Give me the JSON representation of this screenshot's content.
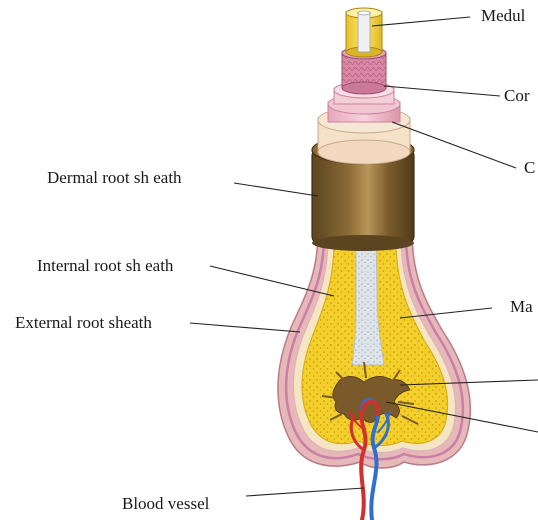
{
  "labels": {
    "medulla": "Medul",
    "cortex": "Cor",
    "cuticle": "C",
    "dermal_root_sheath": "Dermal root sh eath",
    "internal_root_sheath": "Internal root sh eath",
    "external_root_sheath": "External root sheath",
    "matrix": "Ma",
    "blood_vessel": "Blood vessel"
  },
  "colors": {
    "outer_bulb": "#e7b8b8",
    "outer_stripe": "#c97fa6",
    "sheath_cream": "#f4e6c2",
    "matrix_yellow": "#f2cf2a",
    "medulla_core": "#dde3ea",
    "dermal_sheath": "#6e5327",
    "cortex_pink": "#d98fa8",
    "medulla_cap": "#f5d542",
    "artery": "#d0312d",
    "vein": "#2f6fd0",
    "melanocyte": "#7a5a2a"
  }
}
